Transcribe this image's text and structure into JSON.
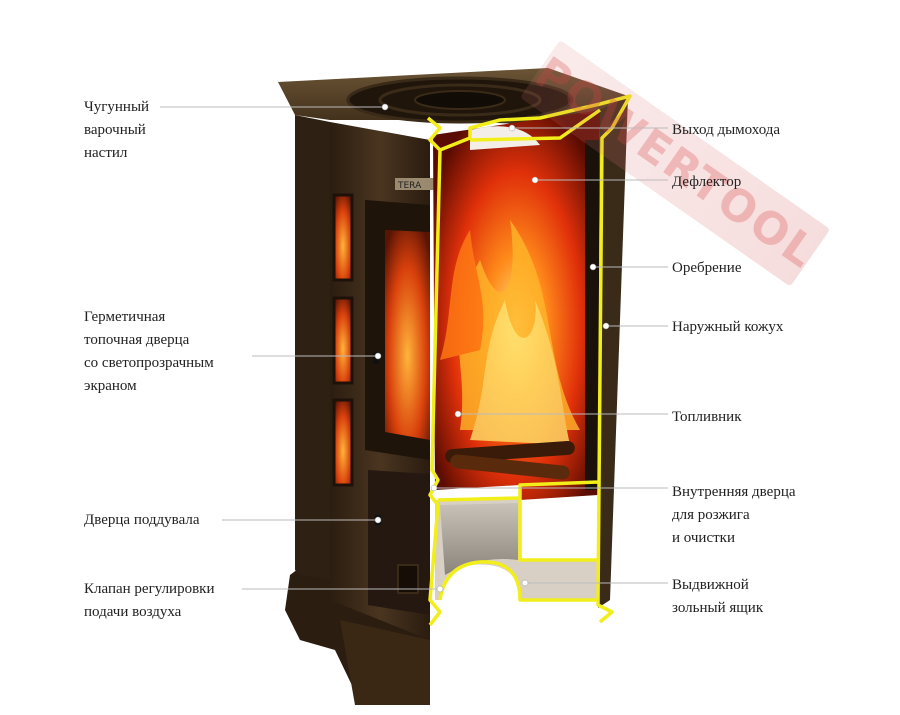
{
  "watermark": "POWERTOOL",
  "brand_plate": "TERA",
  "labels_left": [
    {
      "id": "cast-iron-cooktop",
      "lines": [
        "Чугунный",
        "варочный",
        "настил"
      ]
    },
    {
      "id": "sealed-firebox-door",
      "lines": [
        "Герметичная",
        "топочная дверца",
        "со светопрозрачным",
        "экраном"
      ]
    },
    {
      "id": "ash-pit-door",
      "lines": [
        "Дверца поддувала"
      ]
    },
    {
      "id": "air-supply-valve",
      "lines": [
        "Клапан регулировки",
        "подачи воздуха"
      ]
    }
  ],
  "labels_right": [
    {
      "id": "flue-outlet",
      "lines": [
        "Выход дымохода"
      ]
    },
    {
      "id": "deflector",
      "lines": [
        "Дефлектор"
      ]
    },
    {
      "id": "ribbing",
      "lines": [
        "Оребрение"
      ]
    },
    {
      "id": "outer-casing",
      "lines": [
        "Наружный кожух"
      ]
    },
    {
      "id": "firebox",
      "lines": [
        "Топливник"
      ]
    },
    {
      "id": "inner-door",
      "lines": [
        "Внутренняя дверца",
        "для розжига",
        "и очистки"
      ]
    },
    {
      "id": "ash-drawer",
      "lines": [
        "Выдвижной",
        "зольный ящик"
      ]
    }
  ],
  "colors": {
    "casing": "#3b2a1a",
    "casing_dark": "#22170e",
    "outline": "#f2ee1a",
    "fire": "#ff5a0a",
    "glow": "#ffb000",
    "leader_line": "#bbbbbb",
    "dot": "#ffffff"
  }
}
